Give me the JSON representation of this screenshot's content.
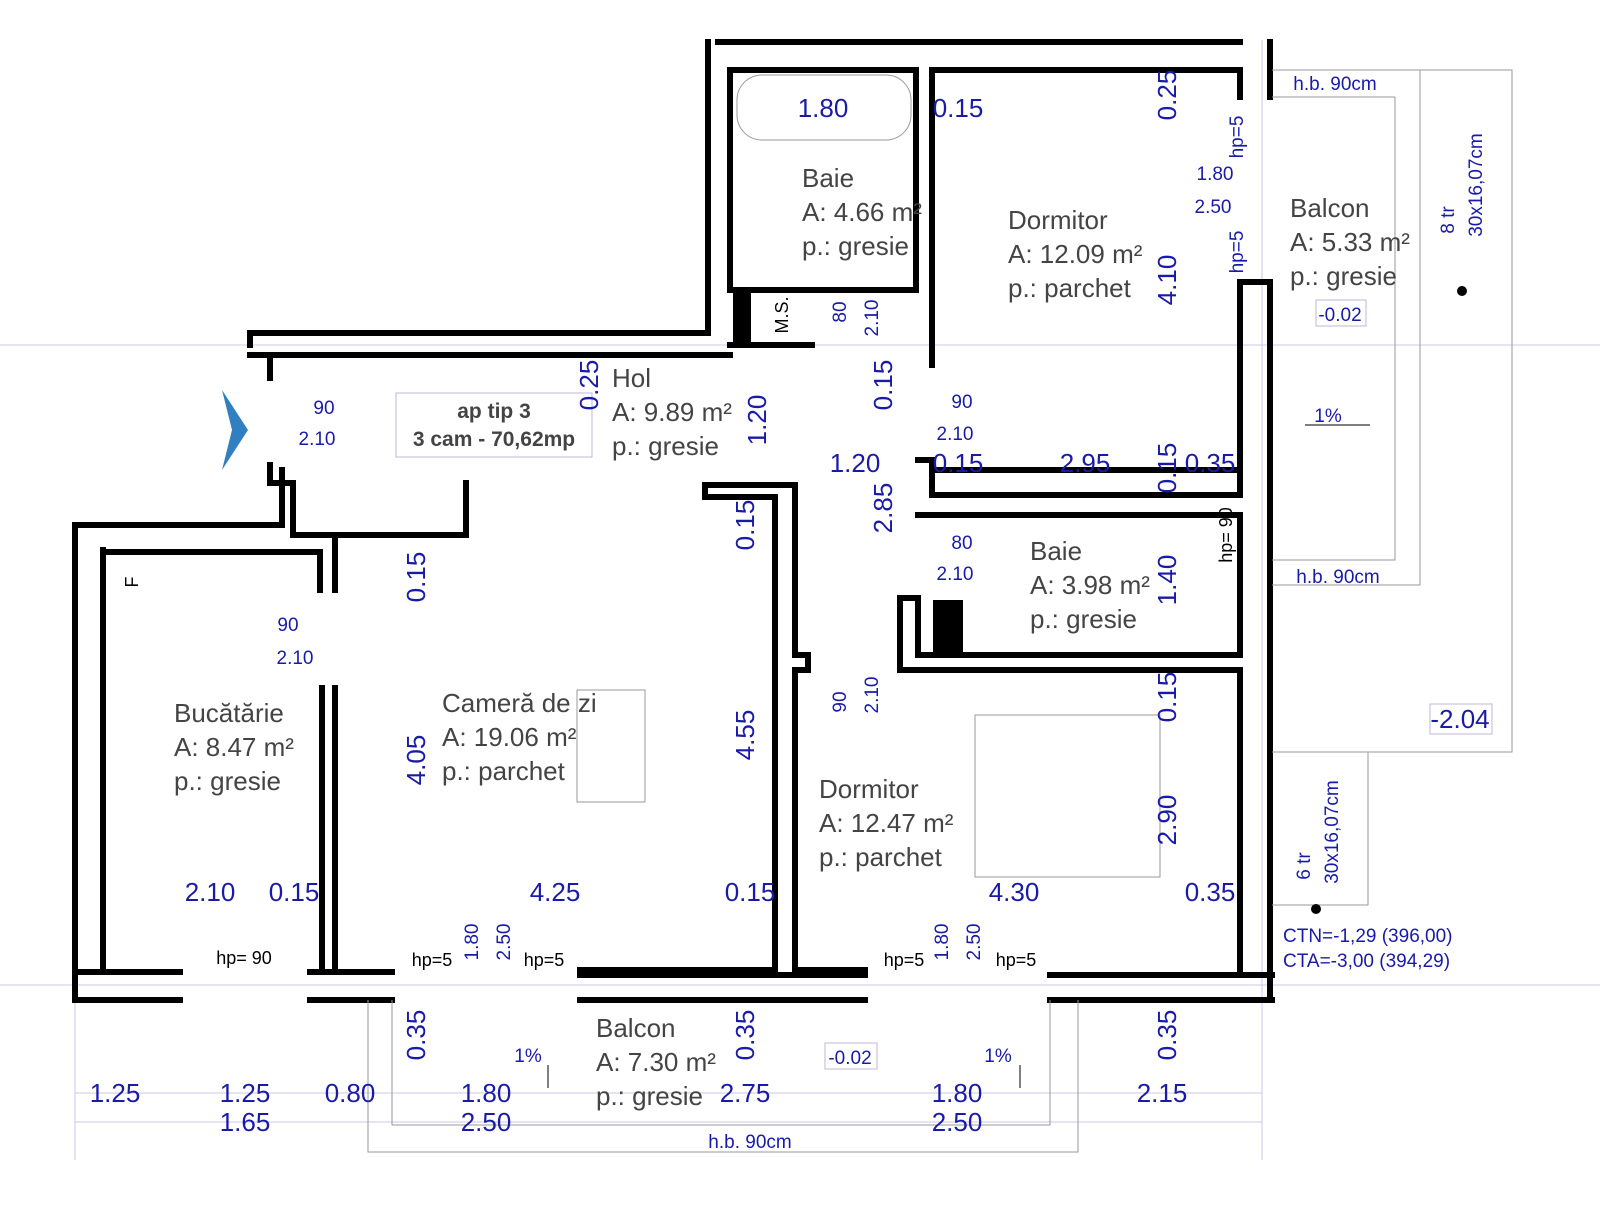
{
  "apartment": {
    "type": "ap tip 3",
    "summary": "3 cam - 70,62mp"
  },
  "rooms": [
    {
      "name": "Baie",
      "area": "A: 4.66 m²",
      "floor": "p.: gresie"
    },
    {
      "name": "Dormitor",
      "area": "A: 12.09 m²",
      "floor": "p.: parchet"
    },
    {
      "name": "Balcon",
      "area": "A: 5.33 m²",
      "floor": "p.: gresie"
    },
    {
      "name": "Hol",
      "area": "A: 9.89 m²",
      "floor": "p.: gresie"
    },
    {
      "name": "Baie",
      "area": "A: 3.98 m²",
      "floor": "p.: gresie"
    },
    {
      "name": "Bucătărie",
      "area": "A: 8.47 m²",
      "floor": "p.: gresie"
    },
    {
      "name": "Cameră de zi",
      "area": "A: 19.06 m²",
      "floor": "p.: parchet"
    },
    {
      "name": "Dormitor",
      "area": "A: 12.47 m²",
      "floor": "p.: parchet"
    },
    {
      "name": "Balcon",
      "area": "A: 7.30 m²",
      "floor": "p.: gresie"
    }
  ],
  "dimensions": [
    "1.80",
    "0.15",
    "1.80",
    "2.50",
    "90",
    "2.10",
    "90",
    "2.10",
    "1.20",
    "0.15",
    "2.95",
    "0.35",
    "80",
    "2.10",
    "90",
    "2.10",
    "2.10",
    "0.15",
    "4.25",
    "0.15",
    "4.30",
    "0.35",
    "1.25",
    "1.25",
    "0.80",
    "1.80",
    "2.75",
    "1.80",
    "2.15",
    "1.65",
    "2.50",
    "2.50"
  ],
  "vertical_dimensions": [
    "0.25",
    "4.10",
    "0.15",
    "1.40",
    "0.15",
    "2.90",
    "0.35",
    "0.25",
    "1.20",
    "0.15",
    "2.85",
    "0.15",
    "0.15",
    "4.05",
    "4.55",
    "0.35",
    "0.35",
    "80",
    "2.10",
    "90",
    "2.10",
    "1.80",
    "2.50",
    "1.80",
    "2.50",
    "hp=5",
    "hp=5",
    "8 tr",
    "30x16,07cm",
    "6 tr",
    "30x16,07cm"
  ],
  "notes": [
    "hp=5",
    "hp=5",
    "hp=5",
    "hp=5",
    "hp= 90",
    "hp= 90",
    "M.S.",
    "F"
  ],
  "railings": [
    "h.b. 90cm",
    "h.b. 90cm",
    "h.b. 90cm"
  ],
  "slopes": [
    "1%",
    "1%",
    "1%"
  ],
  "elevations": [
    "-0.02",
    "-2.04",
    "-0.02"
  ],
  "levels": [
    "CTN=-1,29 (396,00)",
    "CTA=-3,00 (394,29)"
  ],
  "colors": {
    "dimension": "#1a1aa8",
    "room_text": "#444444",
    "entry_arrow": "#2f7fc1",
    "walls": "#000000"
  },
  "icons": {
    "entry": "entry-arrow-icon"
  }
}
